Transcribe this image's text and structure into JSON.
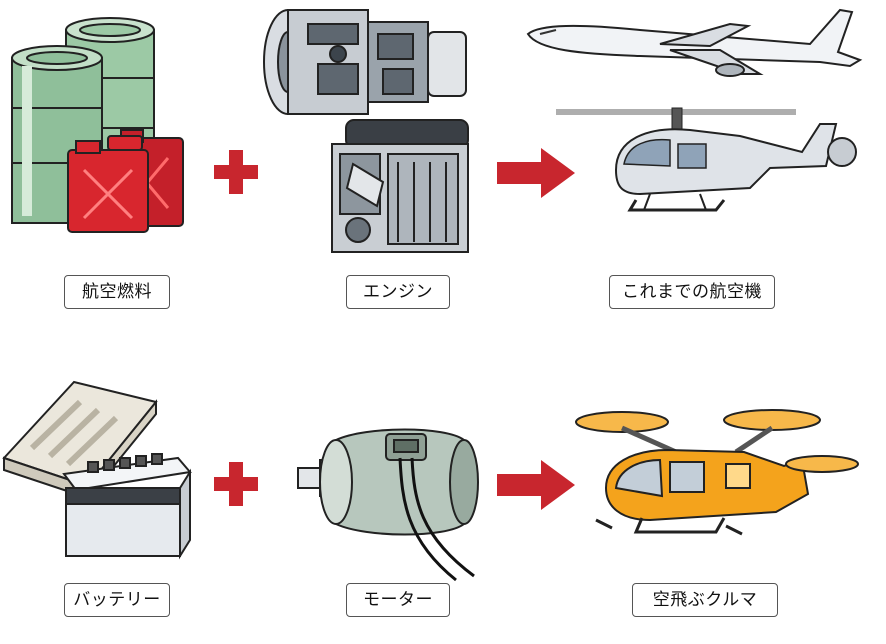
{
  "row1": {
    "input_a": "航空燃料",
    "input_b": "エンジン",
    "result": "これまでの航空機"
  },
  "row2": {
    "input_a": "バッテリー",
    "input_b": "モーター",
    "result": "空飛ぶクルマ"
  },
  "colors": {
    "operator": "#c8262e",
    "drum": "#8fbf9a",
    "jerrycan": "#d8262e",
    "evtol": "#f4a31c"
  }
}
